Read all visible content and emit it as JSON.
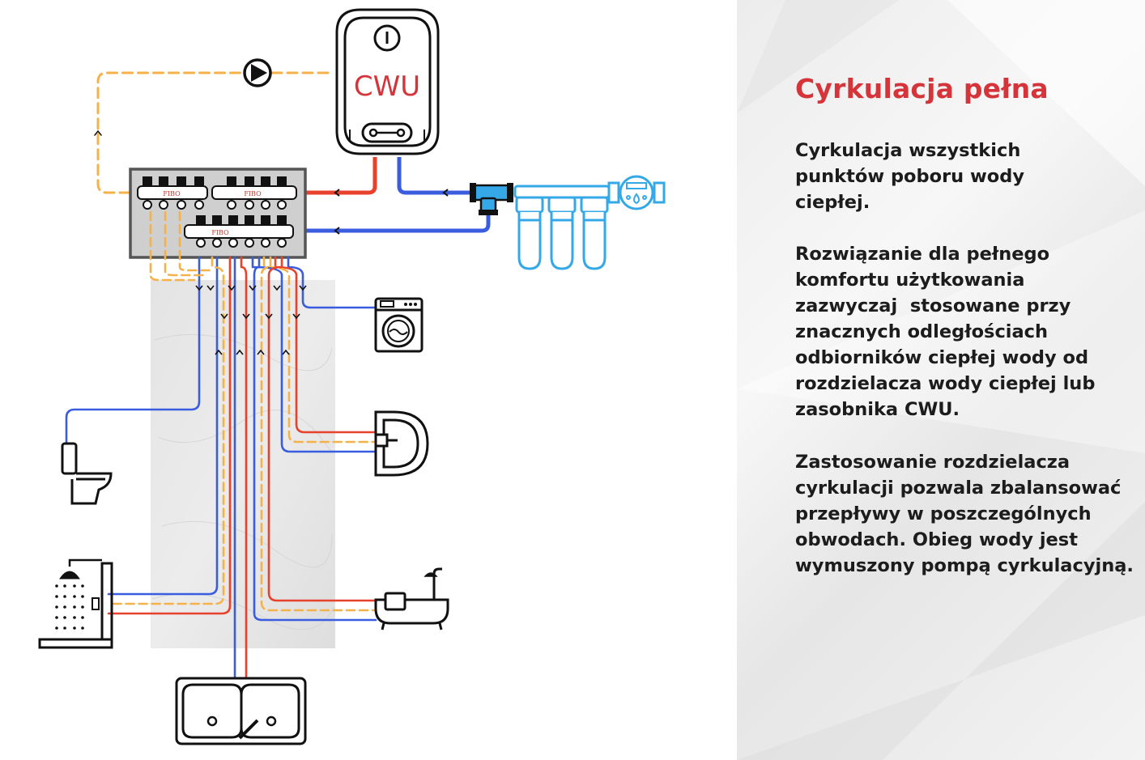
{
  "panel": {
    "title": "Cyrkulacja pełna",
    "paragraph1_lines": [
      "Cyrkulacja wszystkich",
      "punktów poboru wody",
      "ciepłej."
    ],
    "paragraph2_lines": [
      "Rozwiązanie dla pełnego",
      "komfortu użytkowania",
      "zazwyczaj  stosowane przy",
      "znacznych odległościach",
      "odbiorników ciepłej wody od",
      "rozdzielacza wody ciepłej lub",
      "zasobnika CWU."
    ],
    "paragraph3_lines": [
      "Zastosowanie rozdzielacza",
      "cyrkulacji pozwala zbalansować",
      "przepływy w poszczególnych",
      "obwodach. Obieg wody jest",
      "wymuszony pompą cyrkulacyjną."
    ]
  },
  "diagram": {
    "boiler_label": "CWU",
    "manifold_brand": "FIBO",
    "colors": {
      "hot": "#e8412c",
      "cold": "#3a5de0",
      "circulation": "#f6b24a",
      "filter": "#35a8e8",
      "outline": "#111111",
      "title": "#d5353a"
    }
  }
}
